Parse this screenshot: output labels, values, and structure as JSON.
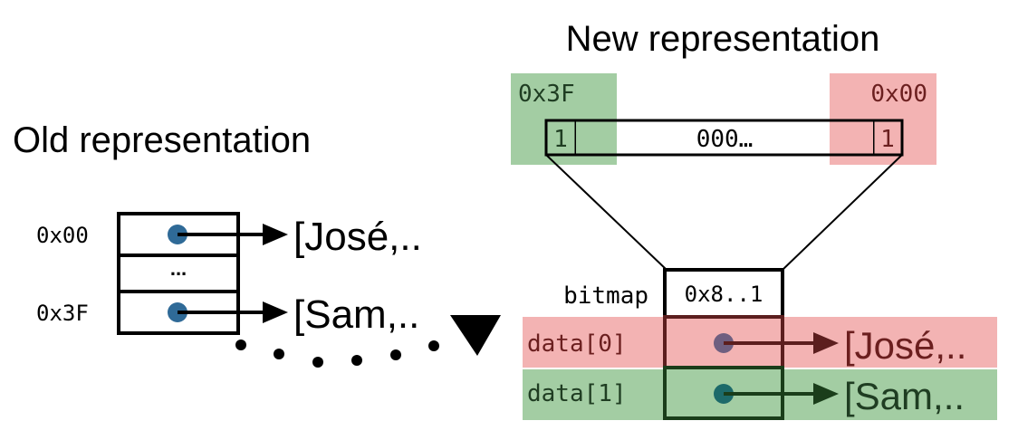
{
  "old": {
    "title": "Old representation",
    "rows": [
      {
        "address": "0x00",
        "target": "[José,.."
      },
      {
        "address": "",
        "target": "",
        "ellipsis": "..."
      },
      {
        "address": "0x3F",
        "target": "[Sam,.."
      }
    ],
    "row_dot_color": "#2f6a97"
  },
  "new": {
    "title": "New representation",
    "bitmap_left_label": "0x3F",
    "bitmap_right_label": "0x00",
    "bit_left": "1",
    "bit_middle": "000…",
    "bit_right": "1",
    "bitmap_label": "bitmap",
    "bitmap_value": "0x8..1",
    "rows": [
      {
        "label": "data[0]",
        "target": "[José,..",
        "tint": "red"
      },
      {
        "label": "data[1]",
        "target": "[Sam,..",
        "tint": "green"
      }
    ]
  },
  "colors": {
    "green_bg": "#a3cda3",
    "red_bg": "#f3b3b3",
    "red_text": "#6b1f1f",
    "green_text": "#1f3d22",
    "dark_red": "#5c1e1e",
    "dark_green": "#1a3d1a",
    "purple_dot": "#6f5f80",
    "teal_dot": "#1d6a6a",
    "blue_dot": "#2f6a97"
  }
}
